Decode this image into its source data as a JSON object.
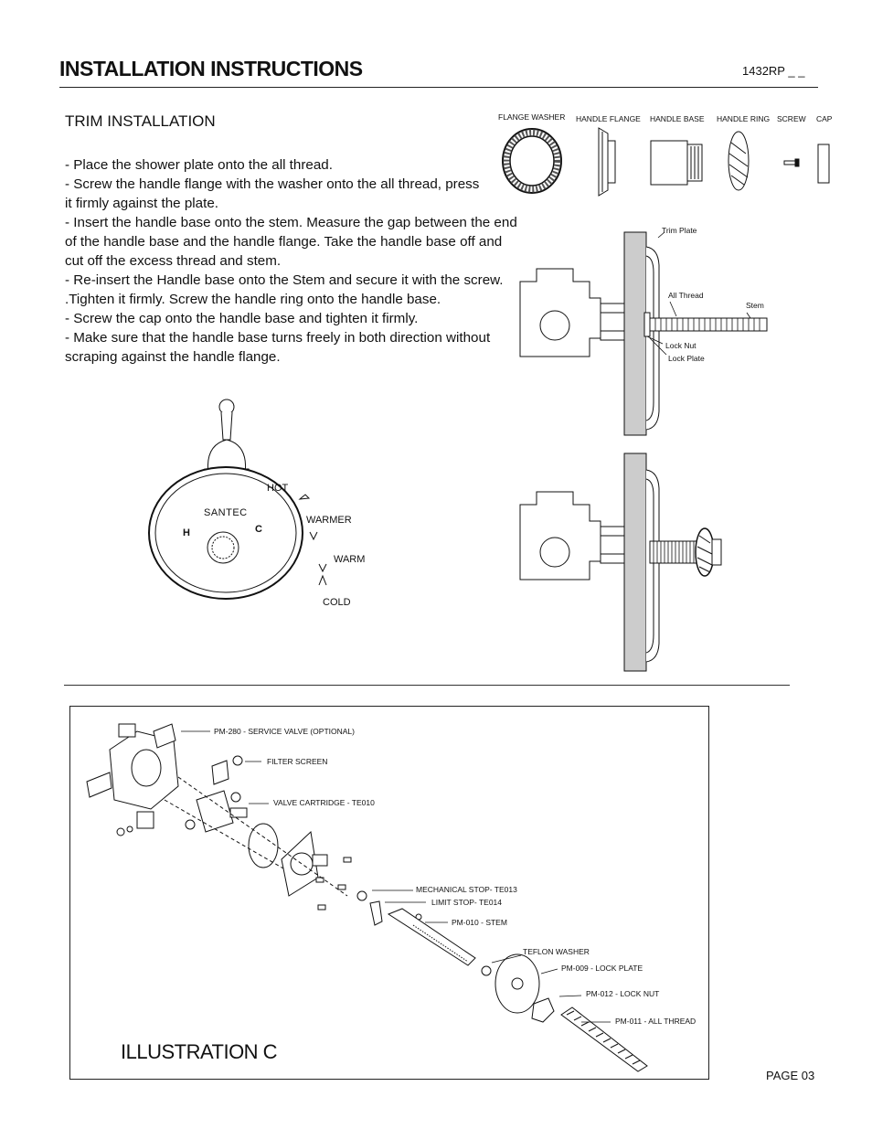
{
  "header": {
    "title": "INSTALLATION INSTRUCTIONS",
    "doc_number": "1432RP _ _"
  },
  "trim": {
    "heading": "TRIM INSTALLATION",
    "steps": [
      "- Place the shower plate onto the all thread.",
      "- Screw the handle flange with the washer onto the all thread, press\n  it firmly against the plate.",
      "- Insert the handle base onto the stem. Measure the gap between the end\n  of the handle base and the handle flange. Take the handle base off and\n  cut off the excess thread and stem.",
      "- Re-insert the Handle base onto the Stem and secure it with the screw.\n .Tighten it firmly. Screw the handle ring onto the handle base.",
      "- Screw the cap onto the handle base and tighten it firmly.",
      "- Make sure that the handle base turns freely in both direction without\n  scraping against the handle flange."
    ]
  },
  "parts": [
    "FLANGE WASHER",
    "HANDLE FLANGE",
    "HANDLE BASE",
    "HANDLE RING",
    "SCREW",
    "CAP"
  ],
  "section_labels": {
    "trim_plate": "Trim Plate",
    "all_thread": "All Thread",
    "stem": "Stem",
    "lock_nut": "Lock Nut",
    "lock_plate": "Lock Plate"
  },
  "temperature": {
    "hot": "HOT",
    "warmer": "WARMER",
    "warm": "WARM",
    "cold": "COLD",
    "brand": "SANTEC",
    "h": "H",
    "c": "C"
  },
  "illustration": {
    "title": "ILLUSTRATION C",
    "callouts": [
      "PM-280 - SERVICE VALVE (OPTIONAL)",
      "FILTER SCREEN",
      "VALVE CARTRIDGE - TE010",
      "MECHANICAL STOP- TE013",
      "LIMIT STOP- TE014",
      "PM-010 - STEM",
      "TEFLON WASHER",
      "PM-009 - LOCK PLATE",
      "PM-012 - LOCK NUT",
      "PM-011 - ALL THREAD"
    ]
  },
  "footer": {
    "page": "PAGE 03"
  }
}
